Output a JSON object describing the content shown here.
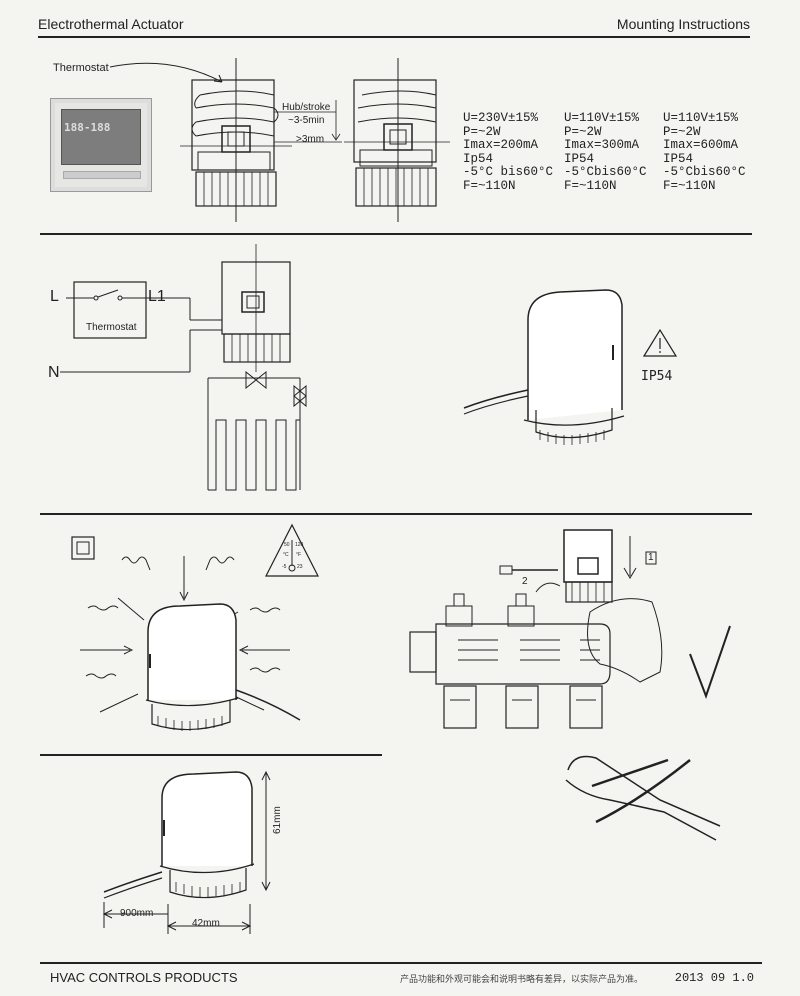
{
  "header": {
    "left": "Electrothermal Actuator",
    "right": "Mounting Instructions"
  },
  "section1": {
    "thermostat_label": "Thermostat",
    "thermostat_display": "188-188",
    "stroke_label_1": "Hub/stroke",
    "stroke_label_2": "~3-5min",
    "gap_label": ">3mm",
    "specs": [
      {
        "u": "U=230V±15%",
        "p": "P=~2W",
        "imax": "Imax=200mA",
        "ip": "Ip54",
        "temp": "-5°C bis60°C",
        "f": "F=~110N"
      },
      {
        "u": "U=110V±15%",
        "p": "P=~2W",
        "imax": "Imax=300mA",
        "ip": "IP54",
        "temp": "-5°Cbis60°C",
        "f": "F=~110N"
      },
      {
        "u": "U=110V±15%",
        "p": "P=~2W",
        "imax": "Imax=600mA",
        "ip": "IP54",
        "temp": "-5°Cbis60°C",
        "f": "F=~110N"
      }
    ]
  },
  "section2": {
    "label_L": "L",
    "label_L1": "L1",
    "label_N": "N",
    "thermostat_label": "Thermostat",
    "ip_label": "IP54"
  },
  "section3": {
    "temp_sign": {
      "t50": "50",
      "t120": "120",
      "c": "°C",
      "f": "°F",
      "tm5": "-5",
      "t23": "23"
    },
    "step1": "1",
    "step2": "2"
  },
  "section4": {
    "height_label": "61mm",
    "cable_label": "900mm",
    "width_label": "42mm"
  },
  "footer": {
    "left": "HVAC CONTROLS PRODUCTS",
    "center": "产品功能和外观可能会和说明书略有差异，以实际产品为准。",
    "right": "2013  09 1.0"
  }
}
